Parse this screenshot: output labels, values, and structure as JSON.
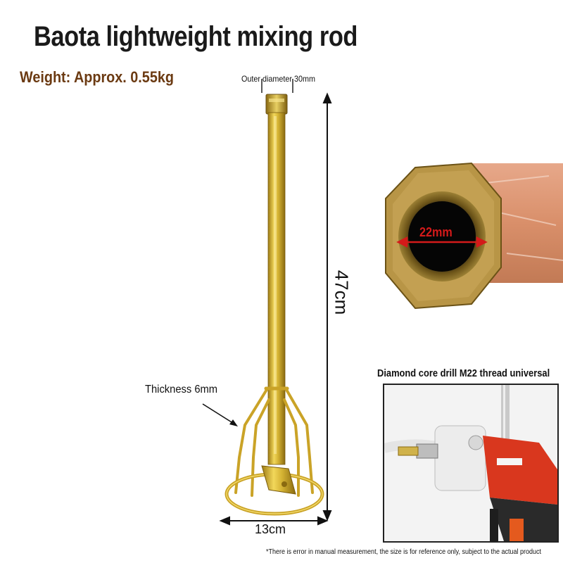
{
  "title": "Baota lightweight mixing rod",
  "weight": "Weight: Approx. 0.55kg",
  "labels": {
    "outer_diameter": "Outer diameter 30mm",
    "height": "47cm",
    "thickness": "Thickness 6mm",
    "width": "13cm",
    "inner_diameter": "22mm"
  },
  "drill_caption": "Diamond core drill M22 thread universal",
  "note": "*There is error in manual measurement, the size is for reference only, subject to the actual product",
  "colors": {
    "title": "#1a1a1a",
    "weight_text": "#6b3a12",
    "rod_gold": "#d4b233",
    "measure_red": "#d41a1a",
    "drill_red": "#d9371e"
  }
}
